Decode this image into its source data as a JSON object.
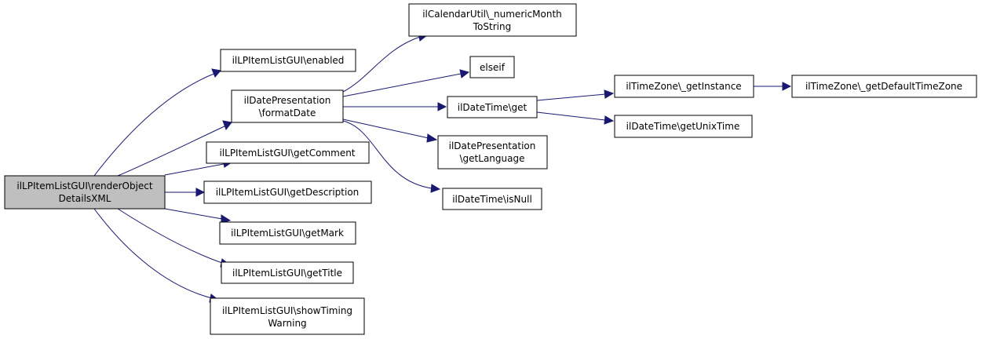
{
  "colors": {
    "edge": "#191970",
    "root_fill": "#bfbfbf",
    "node_fill": "#ffffff",
    "border": "#000000"
  },
  "nodes": {
    "root": {
      "lines": [
        "ilLPItemListGUI\\renderObject",
        "DetailsXML"
      ]
    },
    "enabled": {
      "lines": [
        "ilLPItemListGUI\\enabled"
      ]
    },
    "formatDate": {
      "lines": [
        "ilDatePresentation",
        "\\formatDate"
      ]
    },
    "getComment": {
      "lines": [
        "ilLPItemListGUI\\getComment"
      ]
    },
    "getDescription": {
      "lines": [
        "ilLPItemListGUI\\getDescription"
      ]
    },
    "getMark": {
      "lines": [
        "ilLPItemListGUI\\getMark"
      ]
    },
    "getTitle": {
      "lines": [
        "ilLPItemListGUI\\getTitle"
      ]
    },
    "showTiming": {
      "lines": [
        "ilLPItemListGUI\\showTiming",
        "Warning"
      ]
    },
    "numericMonth": {
      "lines": [
        "ilCalendarUtil\\_numericMonth",
        "ToString"
      ]
    },
    "elseif": {
      "lines": [
        "elseif"
      ]
    },
    "dtGet": {
      "lines": [
        "ilDateTime\\get"
      ]
    },
    "getLanguage": {
      "lines": [
        "ilDatePresentation",
        "\\getLanguage"
      ]
    },
    "isNull": {
      "lines": [
        "ilDateTime\\isNull"
      ]
    },
    "tzInstance": {
      "lines": [
        "ilTimeZone\\_getInstance"
      ]
    },
    "unixTime": {
      "lines": [
        "ilDateTime\\getUnixTime"
      ]
    },
    "tzDefault": {
      "lines": [
        "ilTimeZone\\_getDefaultTimeZone"
      ]
    }
  }
}
